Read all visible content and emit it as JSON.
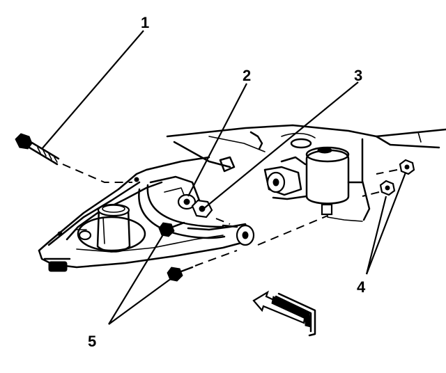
{
  "callouts": [
    {
      "id": "1",
      "text": "1"
    },
    {
      "id": "2",
      "text": "2"
    },
    {
      "id": "3",
      "text": "3"
    },
    {
      "id": "4",
      "text": "4"
    },
    {
      "id": "5",
      "text": "5"
    }
  ],
  "colors": {
    "ink": "#000000",
    "background": "#ffffff"
  },
  "icons": {
    "direction": "arrow-icon"
  }
}
